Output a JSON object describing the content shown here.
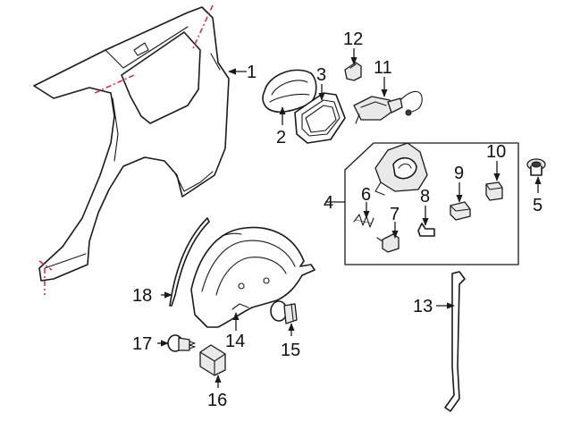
{
  "diagram": {
    "callouts": [
      "1",
      "2",
      "3",
      "4",
      "5",
      "6",
      "7",
      "8",
      "9",
      "10",
      "11",
      "12",
      "13",
      "14",
      "15",
      "16",
      "17",
      "18"
    ]
  },
  "colors": {
    "line": "#1a1a1a",
    "cut_line": "#e0213a",
    "background": "#ffffff"
  }
}
